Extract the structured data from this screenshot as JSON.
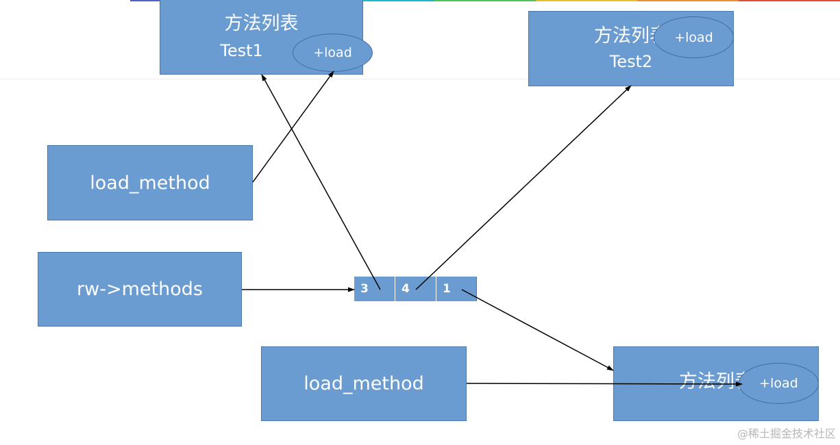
{
  "topbar_colors": [
    "#4a63c8",
    "#2f8ee0",
    "#17b8c8",
    "#4cc25a",
    "#e6c02a",
    "#e8902a",
    "#e24a3a"
  ],
  "method_list_test1": {
    "title": "方法列表",
    "class_name": "Test1",
    "load": "+load"
  },
  "method_list_test2": {
    "title": "方法列表",
    "class_name": "Test2",
    "load": "+load"
  },
  "method_list_bottom": {
    "title": "方法列表",
    "load": "+load"
  },
  "load_method_top": "load_method",
  "load_method_bottom": "load_method",
  "rw_methods": "rw->methods",
  "array_cells": [
    "3",
    "4",
    "1"
  ],
  "colors": {
    "box_fill": "#6a9bd1",
    "box_border": "#4a78ac",
    "arrow": "#000000"
  },
  "watermark": "@稀土掘金技术社区"
}
